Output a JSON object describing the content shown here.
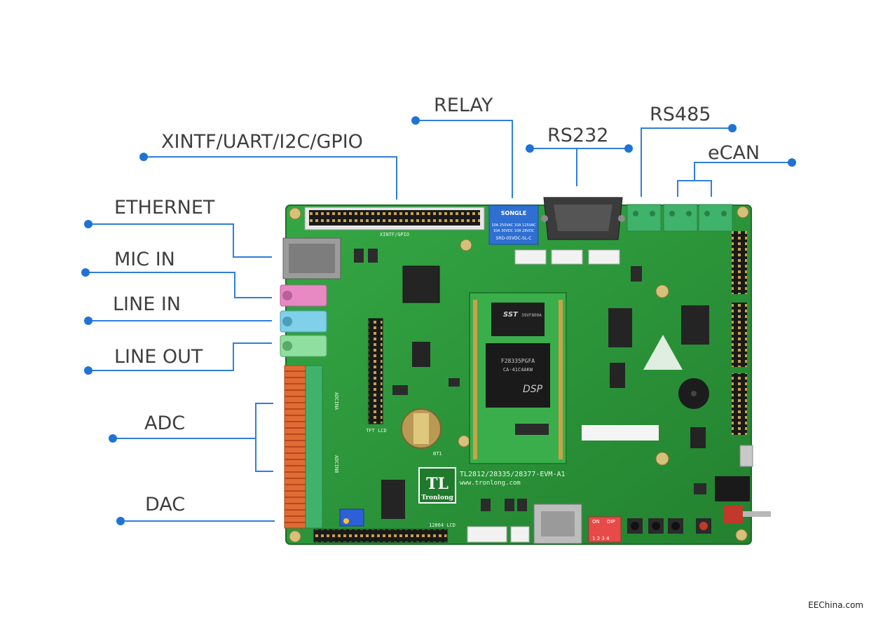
{
  "callouts": {
    "relay": "RELAY",
    "xintf": "XINTF/UART/I2C/GPIO",
    "rs232": "RS232",
    "rs485": "RS485",
    "ecan": "eCAN",
    "ethernet": "ETHERNET",
    "mic_in": "MIC IN",
    "line_in": "LINE IN",
    "line_out": "LINE OUT",
    "adc": "ADC",
    "dac": "DAC"
  },
  "board": {
    "model": "TL2812/28335/28377-EVM-A1",
    "url": "www.tronlong.com",
    "logo_letters": "TL",
    "logo_name": "Tronlong",
    "silk_xintf": "XINTF/GPIO",
    "silk_tft": "TFT LCD",
    "silk_lcd": "12864 LCD",
    "silk_bt1": "BT1",
    "silk_adcina": "ADCINA",
    "silk_adcinb": "ADCINB",
    "silk_dip_on": "ON",
    "silk_dip_label": "DIP",
    "silk_dip_nums": "1 2 3 4"
  },
  "relay": {
    "brand": "SONGLE",
    "line1": "10A 250VAC 10A 125VAC",
    "line2": "10A 30VDC 10A 28VDC",
    "model": "SRD-05VDC-SL-C"
  },
  "chips": {
    "top": "SST",
    "top_code": "39VF800A",
    "dsp_part": "F28335PGFA",
    "dsp_code": "CA-41C4AKW",
    "dsp_brand": "DSP"
  },
  "watermark": "EEChina.com",
  "colors": {
    "pcb": "#2f9b3c",
    "pcb_dark": "#1f7a2c",
    "callout_line": "#2f7fd8",
    "callout_text": "#3f3f3f",
    "header_orange": "#e0703a",
    "terminal_green": "#3fb36a",
    "dip_red": "#e84a4a"
  }
}
